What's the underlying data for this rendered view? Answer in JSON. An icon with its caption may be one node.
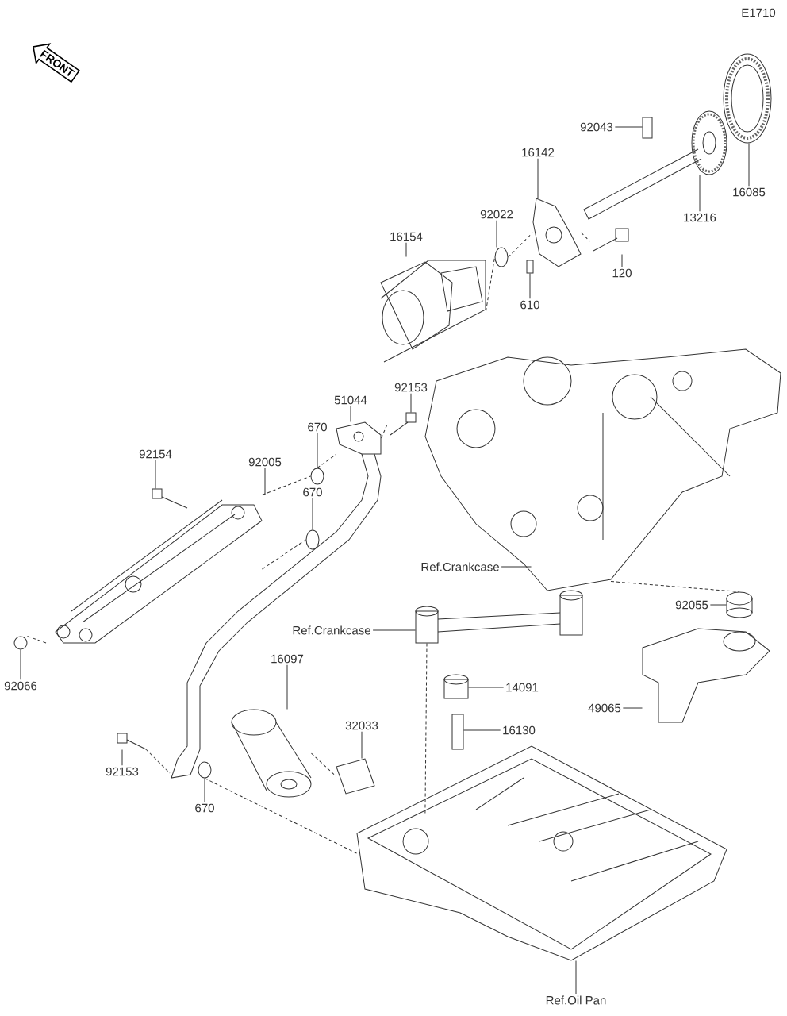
{
  "diagram": {
    "nodes": [
      {
        "text": [
          "92043"
        ]
      },
      {
        "text": [
          "16142"
        ]
      },
      {
        "text": [
          "13216"
        ]
      },
      {
        "text": [
          "16085"
        ]
      },
      {
        "text": [
          "92022"
        ]
      },
      {
        "text": [
          "16154"
        ]
      },
      {
        "text": [
          "120"
        ]
      },
      {
        "text": [
          "610"
        ]
      },
      {
        "text": [
          "92153"
        ]
      },
      {
        "text": [
          "51044"
        ]
      },
      {
        "text": [
          "670"
        ]
      },
      {
        "text": [
          "92154"
        ]
      },
      {
        "text": [
          "92005"
        ]
      },
      {
        "text": [
          "670"
        ]
      },
      {
        "text": [
          "Ref.Crankcase"
        ]
      },
      {
        "text": [
          "92055"
        ]
      },
      {
        "text": [
          "Ref.Crankcase"
        ]
      },
      {
        "text": [
          "16097"
        ]
      },
      {
        "text": [
          "92066"
        ]
      },
      {
        "text": [
          "14091"
        ]
      },
      {
        "text": [
          "49065"
        ]
      },
      {
        "text": [
          "32033"
        ]
      },
      {
        "text": [
          "16130"
        ]
      },
      {
        "text": [
          "92153"
        ]
      },
      {
        "text": [
          "670"
        ]
      },
      {
        "text": [
          "Ref.Oil Pan"
        ]
      },
      {
        "text": [],
        "shape": "box"
      },
      {
        "text": [],
        "shape": "picture"
      },
      {
        "text": [],
        "shape": "picture"
      },
      {
        "text": [],
        "shape": "picture"
      },
      {
        "text": [],
        "shape": "circle"
      },
      {
        "text": [],
        "shape": "picture"
      },
      {
        "text": [],
        "shape": "picture"
      },
      {
        "text": [],
        "shape": "box"
      },
      {
        "text": [],
        "shape": "picture"
      },
      {
        "text": [],
        "shape": "picture"
      },
      {
        "text": [],
        "shape": "circle"
      },
      {
        "text": [],
        "shape": "picture"
      },
      {
        "text": [],
        "shape": "picture"
      },
      {
        "text": [],
        "shape": "circle"
      },
      {
        "text": [],
        "shape": "picture"
      },
      {
        "text": [],
        "shape": "picture"
      },
      {
        "text": [],
        "shape": "picture"
      },
      {
        "text": [],
        "shape": "picture"
      },
      {
        "text": [],
        "shape": "circle"
      },
      {
        "text": [],
        "shape": "cylinder"
      },
      {
        "text": [],
        "shape": "picture"
      },
      {
        "text": [],
        "shape": "picture"
      },
      {
        "text": [],
        "shape": "box"
      },
      {
        "text": [],
        "shape": "picture"
      },
      {
        "text": [],
        "shape": "circle"
      },
      {
        "text": [],
        "shape": "picture"
      }
    ],
    "edges": [
      {
        "from": 0,
        "to": 26,
        "arrow": "none"
      },
      {
        "from": 1,
        "to": 27,
        "arrow": "none"
      },
      {
        "from": 2,
        "to": 28,
        "arrow": "none"
      },
      {
        "from": 3,
        "to": 29,
        "arrow": "none"
      },
      {
        "from": 4,
        "to": 30,
        "arrow": "none"
      },
      {
        "from": 5,
        "to": 31,
        "arrow": "none"
      },
      {
        "from": 6,
        "to": 32,
        "arrow": "none"
      },
      {
        "from": 7,
        "to": 33,
        "arrow": "none"
      },
      {
        "from": 8,
        "to": 34,
        "arrow": "none"
      },
      {
        "from": 9,
        "to": 35,
        "arrow": "none"
      },
      {
        "from": 10,
        "to": 36,
        "arrow": "none"
      },
      {
        "from": 11,
        "to": 37,
        "arrow": "none"
      },
      {
        "from": 12,
        "to": 38,
        "arrow": "none"
      },
      {
        "from": 13,
        "to": 39,
        "arrow": "none"
      },
      {
        "from": 14,
        "to": 40,
        "arrow": "none"
      },
      {
        "from": 15,
        "to": 41,
        "arrow": "none"
      },
      {
        "from": 16,
        "to": 42,
        "arrow": "none"
      },
      {
        "from": 17,
        "to": 43,
        "arrow": "none"
      },
      {
        "from": 18,
        "to": 44,
        "arrow": "none"
      },
      {
        "from": 19,
        "to": 45,
        "arrow": "none"
      },
      {
        "from": 20,
        "to": 46,
        "arrow": "none"
      },
      {
        "from": 21,
        "to": 47,
        "arrow": "none"
      },
      {
        "from": 22,
        "to": 48,
        "arrow": "none"
      },
      {
        "from": 23,
        "to": 49,
        "arrow": "none"
      },
      {
        "from": 24,
        "to": 50,
        "arrow": "none"
      },
      {
        "from": 25,
        "to": 51,
        "arrow": "none"
      },
      {
        "from": 31,
        "to": 30,
        "arrow": "none",
        "style": "dashed"
      },
      {
        "from": 30,
        "to": 27,
        "arrow": "none",
        "style": "dashed"
      },
      {
        "from": 27,
        "to": 32,
        "arrow": "none",
        "style": "dashed"
      },
      {
        "from": 35,
        "to": 34,
        "arrow": "none",
        "style": "dashed"
      },
      {
        "from": 36,
        "to": 35,
        "arrow": "none",
        "style": "dashed"
      },
      {
        "from": 38,
        "to": 36,
        "arrow": "none",
        "style": "dashed"
      },
      {
        "from": 38,
        "to": 39,
        "arrow": "none",
        "style": "dashed"
      },
      {
        "from": 44,
        "to": 38,
        "arrow": "none",
        "style": "dashed"
      },
      {
        "from": 50,
        "to": 51,
        "arrow": "none",
        "style": "dashed"
      },
      {
        "from": 43,
        "to": 47,
        "arrow": "none",
        "style": "dashed"
      },
      {
        "from": 42,
        "to": 51,
        "arrow": "none",
        "style": "dashed"
      },
      {
        "from": 40,
        "to": 41,
        "arrow": "none",
        "style": "dashed"
      }
    ],
    "labels": [
      "E1710",
      "FRONT"
    ]
  }
}
